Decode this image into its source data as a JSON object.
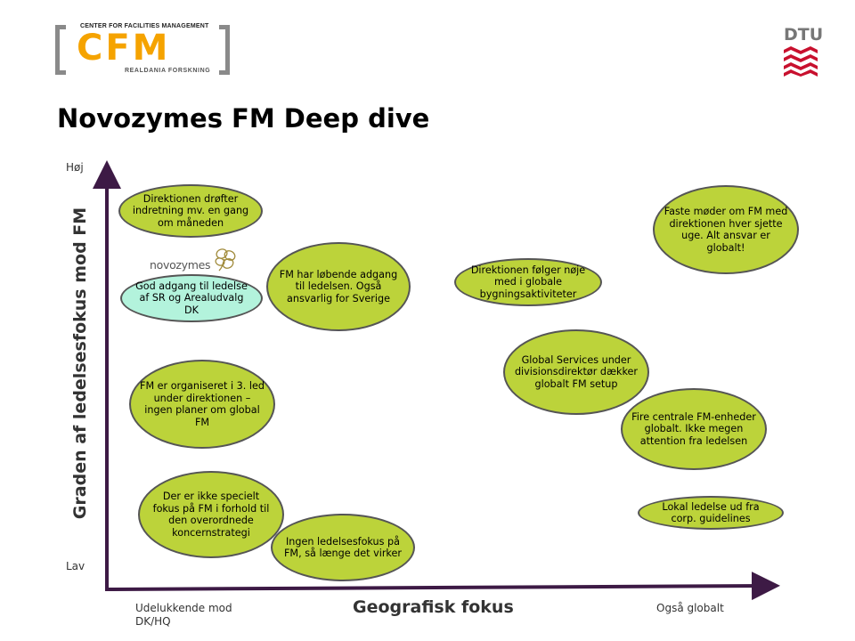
{
  "header": {
    "cfm_logo": {
      "top_text": "CENTER FOR FACILITIES MANAGEMENT",
      "main_text": "CFM",
      "bottom_text": "REALDANIA FORSKNING",
      "accent_color": "#f5a300"
    },
    "dtu_logo": {
      "text": "DTU",
      "mark_color": "#c8102e"
    }
  },
  "title": "Novozymes FM Deep dive",
  "diagram": {
    "y_axis": {
      "label": "Graden af ledelsesfokus mod FM",
      "high": "Høj",
      "low": "Lav"
    },
    "x_axis": {
      "label": "Geografisk fokus",
      "low": "Udelukkende mod DK/HQ",
      "high": "Også globalt"
    },
    "company_logo_text": "novozymes",
    "bubble_color": "#bcd33a",
    "highlight_color": "#b3f3dc",
    "bubbles": [
      "Direktionen drøfter indretning mv. en gang om måneden",
      "God adgang til ledelse af SR og Arealudvalg DK",
      "FM har løbende adgang til ledelsen. Også ansvarlig for Sverige",
      "FM er organiseret i 3. led under direktionen – ingen planer om global FM",
      "Der er ikke specielt fokus på FM i forhold til den overordnede koncernstrategi",
      "Ingen ledelsesfokus på FM, så længe det virker",
      "Direktionen følger nøje med i globale bygningsaktiviteter",
      "Global Services under divisionsdirektør dækker globalt FM setup",
      "Faste møder om FM med direktionen hver sjette uge. Alt ansvar er globalt!",
      "Fire centrale FM-enheder globalt. Ikke megen attention fra ledelsen",
      "Lokal ledelse ud fra corp. guidelines"
    ]
  }
}
